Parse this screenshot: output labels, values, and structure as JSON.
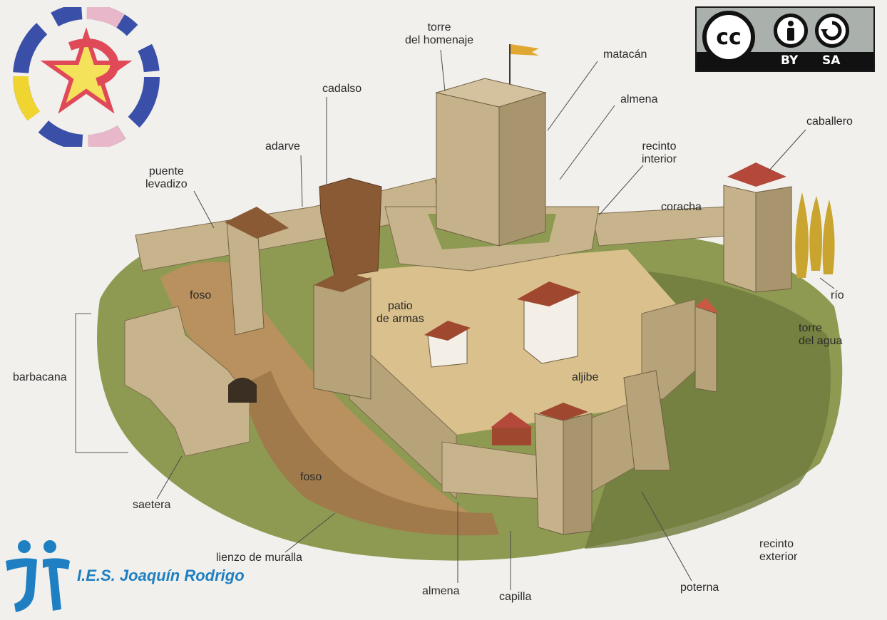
{
  "labels": {
    "torre_homenaje": [
      "torre",
      "del homenaje"
    ],
    "matacan": "matacán",
    "almena_top": "almena",
    "cadalso": "cadalso",
    "adarve": "adarve",
    "recinto_interior": [
      "recinto",
      "interior"
    ],
    "caballero": "caballero",
    "puente_levadizo": [
      "puente",
      "levadizo"
    ],
    "coracha": "coracha",
    "foso_top": "foso",
    "rio": "río",
    "patio_armas": [
      "patio",
      "de armas"
    ],
    "torre_agua": [
      "torre",
      "del agua"
    ],
    "barbacana": "barbacana",
    "aljibe": "aljibe",
    "foso_bottom": "foso",
    "saetera": "saetera",
    "lienzo_muralla": "lienzo de muralla",
    "recinto_exterior": [
      "recinto",
      "exterior"
    ],
    "almena_bottom": "almena",
    "capilla": "capilla",
    "poterna": "poterna"
  },
  "license": {
    "cc": "cc",
    "by": "BY",
    "sa": "SA"
  },
  "school": {
    "name": "I.E.S. Joaquín Rodrigo"
  },
  "colors": {
    "stone": "#c8b48c",
    "stone_dark": "#9c8a66",
    "grass": "#8e9a52",
    "earth": "#b9915e",
    "roof": "#a0472f",
    "wood": "#8a5a35",
    "school_blue": "#1e7fc2"
  }
}
